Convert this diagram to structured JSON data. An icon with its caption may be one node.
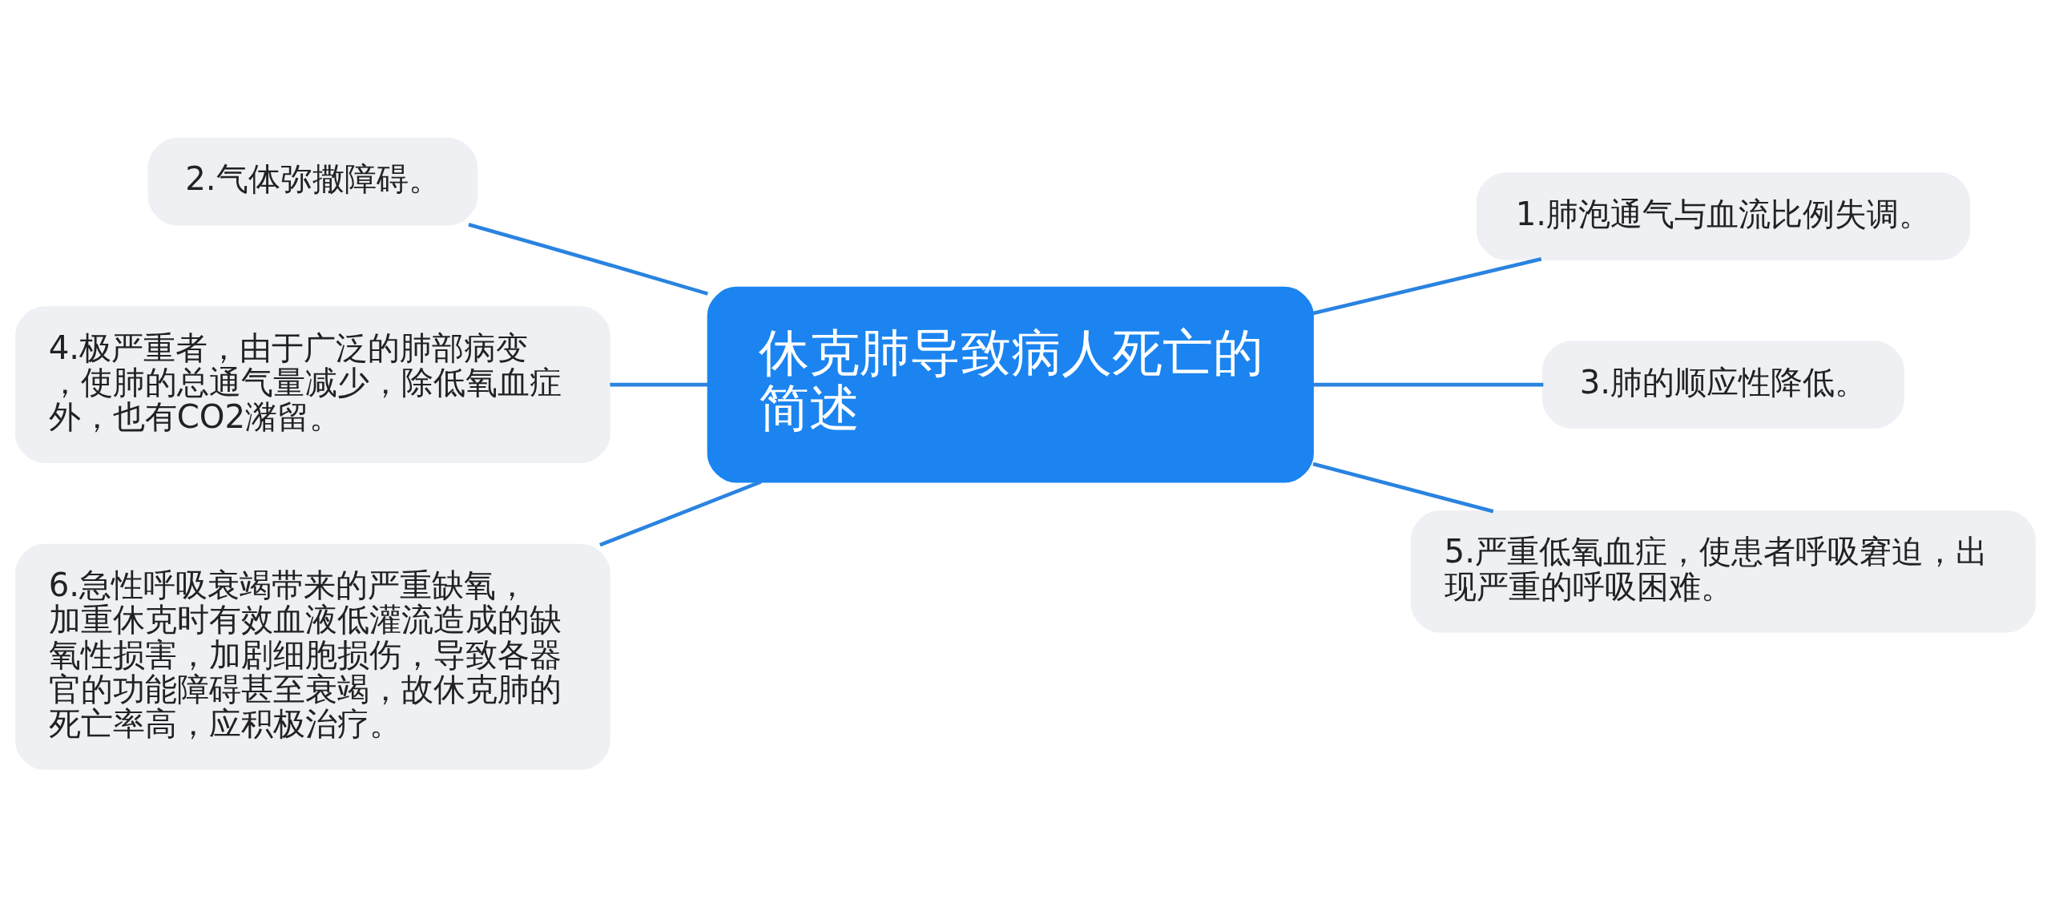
{
  "diagram": {
    "nodes": [
      {
        "text": [
          "休克肺导致病人死亡的简述"
        ]
      },
      {
        "text": [
          "1.肺泡通气与血流比例失调。"
        ]
      },
      {
        "text": [
          "2.气体弥撒障碍。"
        ]
      },
      {
        "text": [
          "3.肺的顺应性降低。"
        ]
      },
      {
        "text": [
          "4.极严重者，由于广泛的肺部病变，使肺的总通气量减少，除低氧血症外，也有CO2潴留。"
        ]
      },
      {
        "text": [
          "5.严重低氧血症，使患者呼吸窘迫，出现严重的呼吸困难。"
        ]
      },
      {
        "text": [
          "6.急性呼吸衰竭带来的严重缺氧，加重休克时有效血液低灌流造成的缺氧性损害，加剧细胞损伤，导致各器官的功能障碍甚至衰竭，故休克肺的死亡率高，应积极治疗。"
        ]
      }
    ],
    "edges": [
      {
        "from": 0,
        "to": 1,
        "arrow": "none"
      },
      {
        "from": 0,
        "to": 2,
        "arrow": "none"
      },
      {
        "from": 0,
        "to": 3,
        "arrow": "none"
      },
      {
        "from": 0,
        "to": 4,
        "arrow": "none"
      },
      {
        "from": 0,
        "to": 5,
        "arrow": "none"
      },
      {
        "from": 0,
        "to": 6,
        "arrow": "none"
      }
    ]
  }
}
